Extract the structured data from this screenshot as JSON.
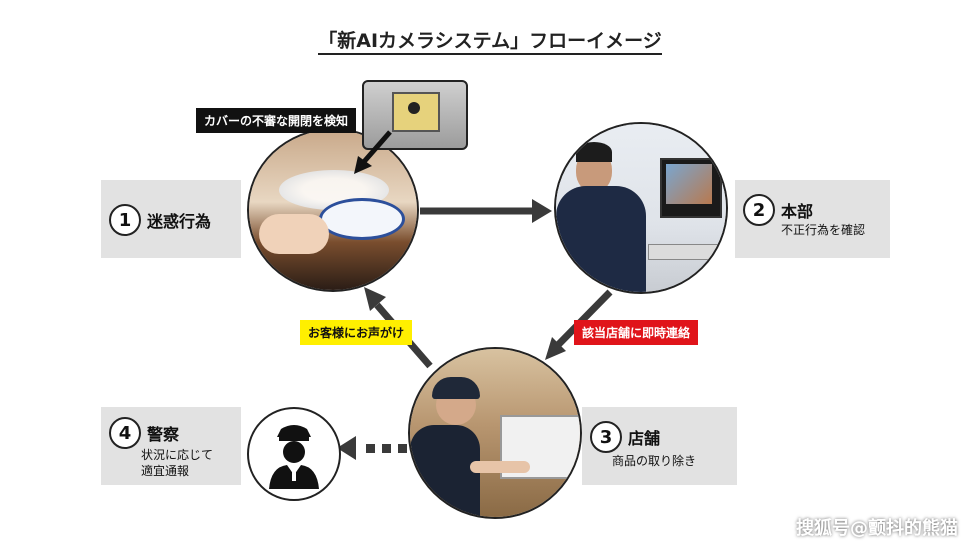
{
  "title": "「新AIカメラシステム」フローイメージ",
  "callouts": {
    "cover_detect": "カバーの不審な開閉を検知",
    "customer_call": "お客様にお声がけ",
    "store_contact": "該当店舗に即時連絡"
  },
  "steps": [
    {
      "number": "1",
      "title": "迷惑行為",
      "subtitle": ""
    },
    {
      "number": "2",
      "title": "本部",
      "subtitle": "不正行為を確認"
    },
    {
      "number": "3",
      "title": "店舗",
      "subtitle": "商品の取り除き"
    },
    {
      "number": "4",
      "title": "警察",
      "subtitle": "状況に応じて\n適宜通報"
    }
  ],
  "watermark": "搜狐号@颤抖的熊猫",
  "colors": {
    "callout_black_bg": "#111111",
    "callout_yellow_bg": "#ffef00",
    "callout_red_bg": "#e0141a",
    "step_box_bg": "#e2e2e2",
    "arrow": "#3a3a3a"
  }
}
